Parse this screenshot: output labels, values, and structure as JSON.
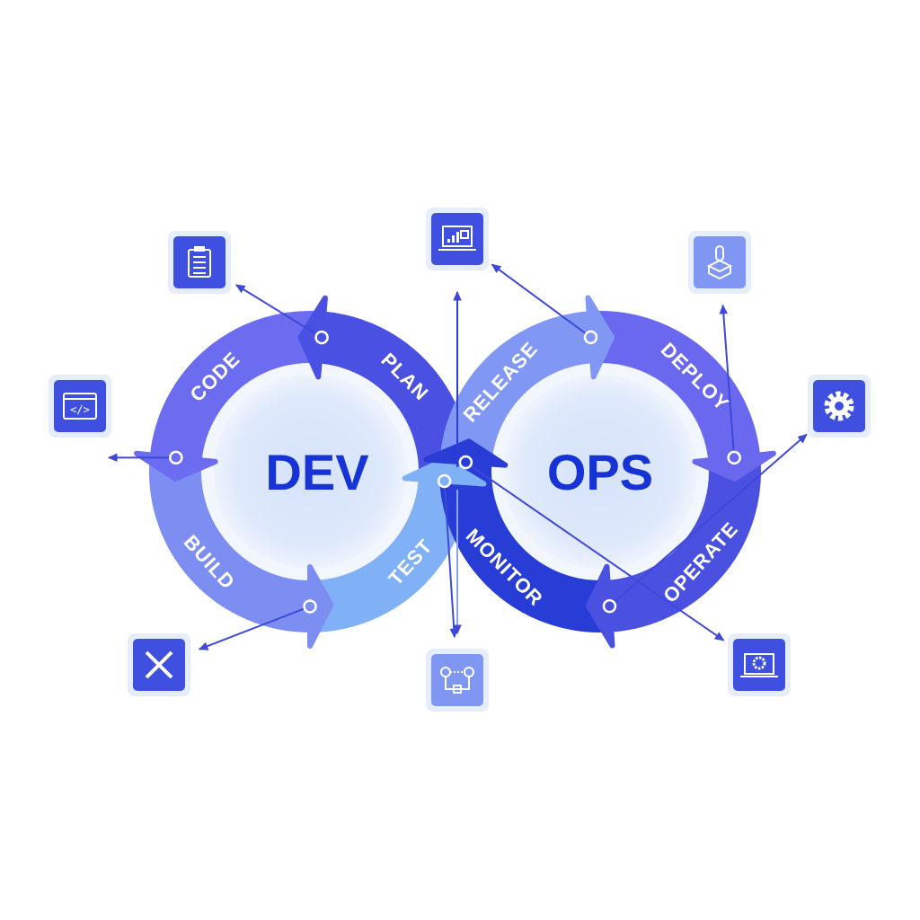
{
  "dev": {
    "title": "DEV",
    "stages": [
      {
        "label": "PLAN",
        "icon": "clipboard-icon",
        "color": "#4a50e2"
      },
      {
        "label": "CODE",
        "icon": "code-window-icon",
        "color": "#6b6cf0"
      },
      {
        "label": "BUILD",
        "icon": "tools-icon",
        "color": "#7d8ef2"
      },
      {
        "label": "TEST",
        "icon": "test-flow-icon",
        "color": "#80b0f6"
      }
    ]
  },
  "ops": {
    "title": "OPS",
    "stages": [
      {
        "label": "RELEASE",
        "icon": "laptop-chart-icon",
        "color": "#8098f4"
      },
      {
        "label": "DEPLOY",
        "icon": "rocket-box-icon",
        "color": "#6a68ef"
      },
      {
        "label": "OPERATE",
        "icon": "gear-icon",
        "color": "#4a50e0"
      },
      {
        "label": "MONITOR",
        "icon": "monitor-gear-icon",
        "color": "#283dd6"
      }
    ]
  },
  "colors": {
    "text": "#1633d6",
    "icon_bg": "#3d4fe0",
    "glow": "#dce7fb",
    "line": "#3f48d8"
  }
}
